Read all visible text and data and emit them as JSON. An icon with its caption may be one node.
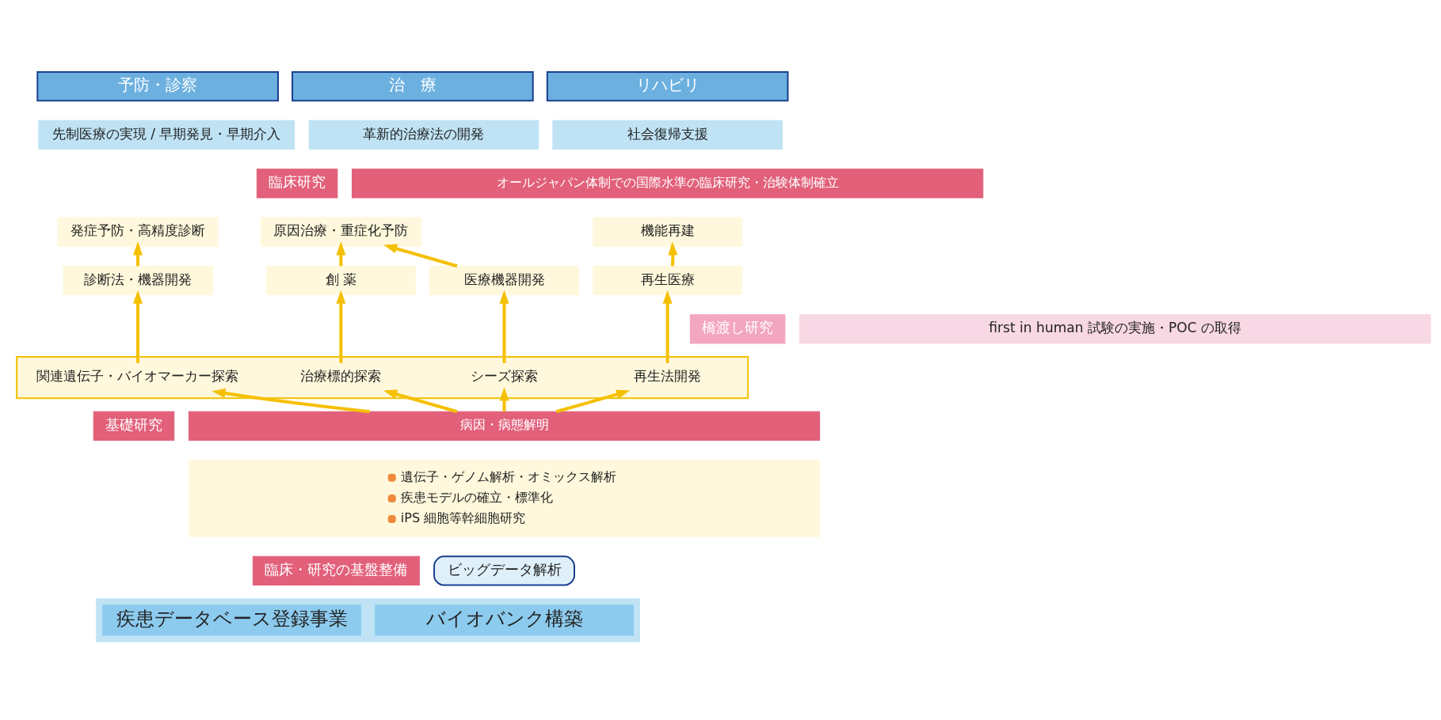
{
  "diagram": {
    "nodes": [
      {
        "text": [
          "予防・診察"
        ]
      },
      {
        "text": [
          "治　療"
        ]
      },
      {
        "text": [
          "リハビリ"
        ]
      },
      {
        "text": [
          "先制医療の実現 / 早期発見・早期介入"
        ]
      },
      {
        "text": [
          "革新的治療法の開発"
        ]
      },
      {
        "text": [
          "社会復帰支援"
        ]
      },
      {
        "text": [
          "臨床研究"
        ]
      },
      {
        "text": [
          "オールジャパン体制での国際水準の臨床研究・治験体制確立"
        ]
      },
      {
        "text": [
          "発症予防・高精度診断"
        ]
      },
      {
        "text": [
          "原因治療・重症化予防"
        ]
      },
      {
        "text": [
          "機能再建"
        ]
      },
      {
        "text": [
          "診断法・機器開発"
        ]
      },
      {
        "text": [
          "創 薬"
        ]
      },
      {
        "text": [
          "医療機器開発"
        ]
      },
      {
        "text": [
          "再生医療"
        ]
      },
      {
        "text": [
          "橋渡し研究"
        ]
      },
      {
        "text": [
          "first in human 試験の実施・POC の取得"
        ]
      },
      {
        "text": [],
        "shape": "box"
      },
      {
        "text": [
          "関連遺伝子・バイオマーカー探索"
        ],
        "in": 17
      },
      {
        "text": [
          "治療標的探索"
        ],
        "in": 17
      },
      {
        "text": [
          "シーズ探索"
        ],
        "in": 17
      },
      {
        "text": [
          "再生法開発"
        ],
        "in": 17
      },
      {
        "text": [
          "基礎研究"
        ]
      },
      {
        "text": [
          "病因・病態解明"
        ]
      },
      {
        "text": [
          "遺伝子・ゲノム解析・オミックス解析",
          "疾患モデルの確立・標準化",
          "iPS 細胞等幹細胞研究"
        ]
      },
      {
        "text": [
          "臨床・研究の基盤整備"
        ]
      },
      {
        "text": [
          "ビッグデータ解析"
        ]
      },
      {
        "text": [],
        "shape": "box"
      },
      {
        "text": [
          "疾患データベース登録事業"
        ],
        "in": 27
      },
      {
        "text": [
          "バイオバンク構築"
        ],
        "in": 27
      }
    ],
    "edges": [
      {
        "from": 23,
        "to": 18,
        "arrow": "to"
      },
      {
        "from": 23,
        "to": 19,
        "arrow": "to"
      },
      {
        "from": 23,
        "to": 20,
        "arrow": "to"
      },
      {
        "from": 23,
        "to": 21,
        "arrow": "to"
      },
      {
        "from": 18,
        "to": 11,
        "arrow": "to"
      },
      {
        "from": 19,
        "to": 12,
        "arrow": "to"
      },
      {
        "from": 20,
        "to": 13,
        "arrow": "to"
      },
      {
        "from": 21,
        "to": 14,
        "arrow": "to"
      },
      {
        "from": 11,
        "to": 8,
        "arrow": "to"
      },
      {
        "from": 12,
        "to": 9,
        "arrow": "to"
      },
      {
        "from": 13,
        "to": 9,
        "arrow": "to"
      },
      {
        "from": 14,
        "to": 10,
        "arrow": "to"
      }
    ]
  }
}
